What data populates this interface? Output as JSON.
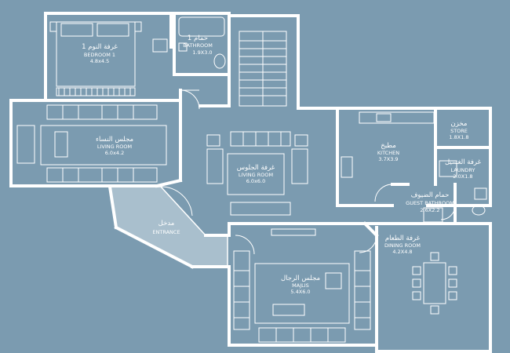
{
  "colors": {
    "background": "#7b9bb0",
    "wall": "#ffffff",
    "furniture": "#ffffff",
    "entrance_fill": "#a9bfcd"
  },
  "rooms": {
    "bedroom": {
      "ar": "غرفة النوم 1",
      "en": "BEDROOM 1",
      "dim": "4.8x4.5"
    },
    "bathroom": {
      "ar": "حمام 1",
      "en": "BATHROOM",
      "dim": "1.9X3.0"
    },
    "women_living": {
      "ar": "مجلس النساء",
      "en": "LIVING ROOM",
      "dim": "6.0x4.2"
    },
    "living": {
      "ar": "غرفة الجلوس",
      "en": "LIVING ROOM",
      "dim": "6.0x6.0"
    },
    "entrance": {
      "ar": "مدخل",
      "en": "ENTRANCE"
    },
    "kitchen": {
      "ar": "مطبخ",
      "en": "KITCHEN",
      "dim": "3.7X3.9"
    },
    "store": {
      "ar": "مخزن",
      "en": "STORE",
      "dim": "1.8X1.8"
    },
    "laundry": {
      "ar": "غرفة الغسيل",
      "en": "LAUNDRY",
      "dim": "2.0X1.8"
    },
    "guest_bath": {
      "ar": "حمام الضيوف",
      "en": "GUEST BATHROOM",
      "dim": "2.6X2.2"
    },
    "dining": {
      "ar": "غرفة الطعام",
      "en": "DINING ROOM",
      "dim": "4.2X4.8"
    },
    "majlis": {
      "ar": "مجلس الرجال",
      "en": "MAJLIS",
      "dim": "5.4X6.0"
    }
  }
}
